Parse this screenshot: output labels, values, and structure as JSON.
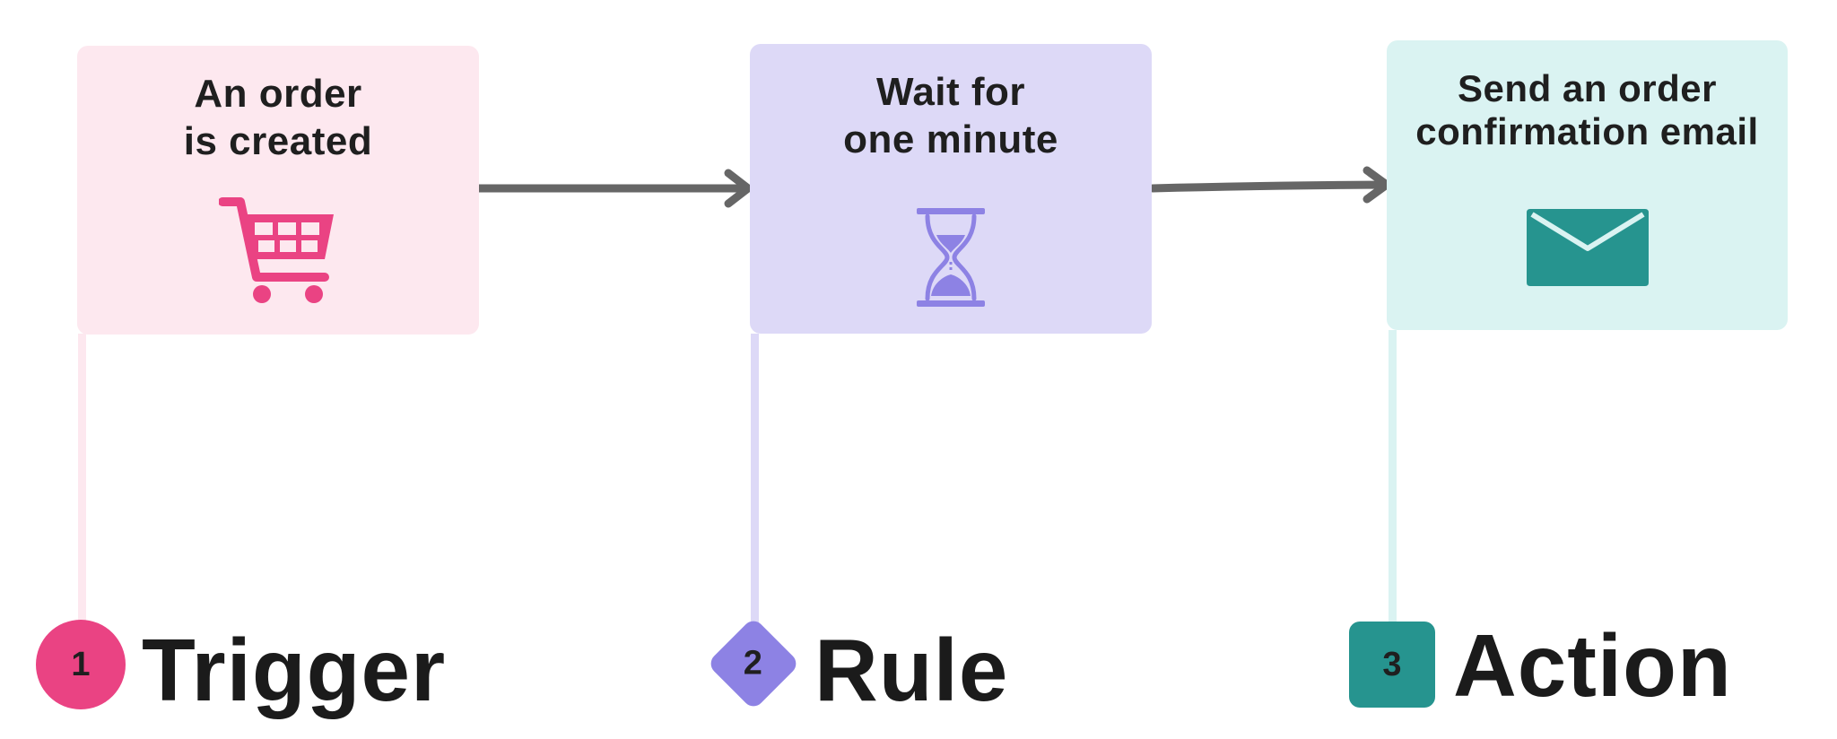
{
  "colors": {
    "trigger_bg": "#FDE8EF",
    "trigger_accent": "#EA4383",
    "rule_bg": "#DDD9F7",
    "rule_accent": "#8D82E4",
    "action_bg": "#DAF3F2",
    "action_accent": "#26948F",
    "arrow": "#666666",
    "text": "#1F1F1F"
  },
  "steps": [
    {
      "card_lines": [
        "An order",
        "is created"
      ],
      "icon": "shopping-cart-icon",
      "badge_number": "1",
      "badge_shape": "circle",
      "label": "Trigger"
    },
    {
      "card_lines": [
        "Wait for",
        "one minute"
      ],
      "icon": "hourglass-icon",
      "badge_number": "2",
      "badge_shape": "diamond",
      "label": "Rule"
    },
    {
      "card_lines": [
        "Send an order",
        "confirmation email"
      ],
      "icon": "envelope-icon",
      "badge_number": "3",
      "badge_shape": "rounded-square",
      "label": "Action"
    }
  ]
}
